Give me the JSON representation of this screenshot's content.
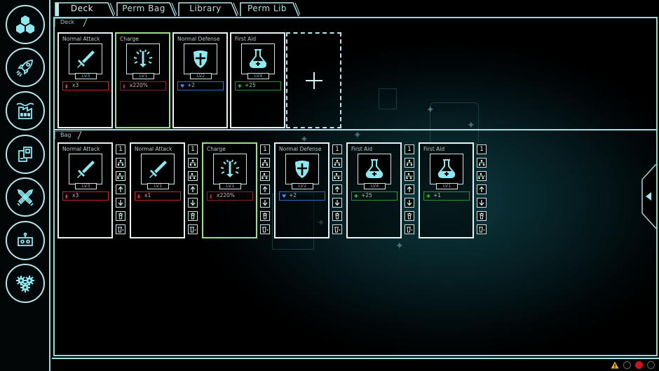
{
  "sidebar": {
    "items": [
      {
        "name": "hexes",
        "icon": "hexagon-cluster-icon"
      },
      {
        "name": "rocket",
        "icon": "rocket-icon"
      },
      {
        "name": "factory",
        "icon": "factory-icon"
      },
      {
        "name": "cards",
        "icon": "cards-icon"
      },
      {
        "name": "battle",
        "icon": "crossed-swords-icon"
      },
      {
        "name": "robot",
        "icon": "robot-icon"
      },
      {
        "name": "settings",
        "icon": "gears-icon"
      }
    ]
  },
  "tabs": [
    {
      "label": "Deck",
      "active": true
    },
    {
      "label": "Perm Bag",
      "active": false
    },
    {
      "label": "Library",
      "active": false
    },
    {
      "label": "Perm Lib",
      "active": false
    }
  ],
  "deck": {
    "label": "Deck",
    "cards": [
      {
        "name": "Normal Attack",
        "icon": "sword-icon",
        "level": "LV3",
        "stat": "x3",
        "stat_color": "red",
        "stat_icon": "attack-icon",
        "border": "white"
      },
      {
        "name": "Charge",
        "icon": "charge-sword-icon",
        "level": "LV1",
        "stat": "x220%",
        "stat_color": "dimred",
        "stat_icon": "attack-icon",
        "border": "green"
      },
      {
        "name": "Normal Defense",
        "icon": "shield-icon",
        "level": "LV2",
        "stat": "+2",
        "stat_color": "blue",
        "stat_icon": "shield-icon",
        "border": "white"
      },
      {
        "name": "First Aid",
        "icon": "potion-icon",
        "level": "LV4",
        "stat": "+25",
        "stat_color": "green",
        "stat_icon": "heal-icon",
        "border": "white"
      }
    ],
    "add_slot": "+"
  },
  "bag": {
    "label": "Bag",
    "cards": [
      {
        "name": "Normal Attack",
        "icon": "sword-icon",
        "level": "LV3",
        "stat": "x3",
        "stat_color": "red",
        "count": "1",
        "border": "white"
      },
      {
        "name": "Normal Attack",
        "icon": "sword-icon",
        "level": "LV1",
        "stat": "x1",
        "stat_color": "red",
        "count": "1",
        "border": "white"
      },
      {
        "name": "Charge",
        "icon": "charge-sword-icon",
        "level": "LV1",
        "stat": "x220%",
        "stat_color": "dimred",
        "count": "1",
        "border": "green"
      },
      {
        "name": "Normal Defense",
        "icon": "shield-icon",
        "level": "LV2",
        "stat": "+2",
        "stat_color": "blue",
        "count": "1",
        "border": "white"
      },
      {
        "name": "First Aid",
        "icon": "potion-icon",
        "level": "LV4",
        "stat": "+25",
        "stat_color": "green",
        "count": "1",
        "border": "white"
      },
      {
        "name": "First Aid",
        "icon": "potion-icon",
        "level": "LV1",
        "stat": "+1",
        "stat_color": "green",
        "count": "1",
        "border": "white"
      }
    ],
    "card_actions": [
      "count",
      "upgrade-tree",
      "upgrade-tree-plus",
      "move-up",
      "move-down",
      "delete",
      "delete-to"
    ]
  },
  "statusbar": {
    "icons": [
      {
        "name": "warning-icon",
        "color": "#e8b020"
      },
      {
        "name": "status-dot-empty",
        "color": "#555555"
      },
      {
        "name": "status-dot-red",
        "color": "#c8141a"
      },
      {
        "name": "status-dot-empty",
        "color": "#555555"
      }
    ]
  },
  "colors": {
    "accent": "#9ad7da",
    "card_border": "#e9f3f3",
    "card_border_green": "#9ee08a",
    "stat_red": "#c0262a",
    "stat_blue": "#2b6ed0",
    "stat_green": "#2f8f3a"
  }
}
